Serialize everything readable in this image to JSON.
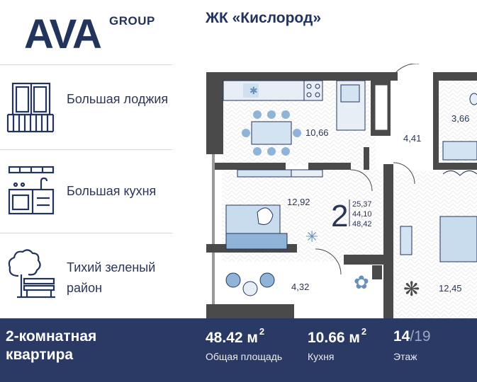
{
  "brand": {
    "logo_main": "AVA",
    "logo_sub": "GROUP"
  },
  "project_title": "ЖК «Кислород»",
  "features": [
    {
      "icon": "loggia-icon",
      "label": "Большая лоджия"
    },
    {
      "icon": "kitchen-icon",
      "label": "Большая кухня"
    },
    {
      "icon": "park-bench-icon",
      "label": "Тихий зеленый район"
    }
  ],
  "plan": {
    "rooms": [
      "2"
    ],
    "room_count_label": "2",
    "areas_block": [
      "25,37",
      "44,10",
      "48,42"
    ],
    "room_areas": [
      {
        "label": "10,66"
      },
      {
        "label": "4,41"
      },
      {
        "label": "3,66"
      },
      {
        "label": "12,92"
      },
      {
        "label": "4,32"
      },
      {
        "label": "12,45"
      }
    ]
  },
  "footer": {
    "apartment_type_line1": "2-комнатная",
    "apartment_type_line2": "квартира",
    "total_area": "48.42 м",
    "total_area_sup": "2",
    "total_area_caption": "Общая площадь",
    "kitchen_area": "10.66 м",
    "kitchen_area_sup": "2",
    "kitchen_caption": "Кухня",
    "floor": "14",
    "floor_total": "/19",
    "floor_caption": "Этаж"
  },
  "colors": {
    "navy": "#2b3a65",
    "wall": "#4a4a4a",
    "furniture": "#8fb4d8"
  }
}
